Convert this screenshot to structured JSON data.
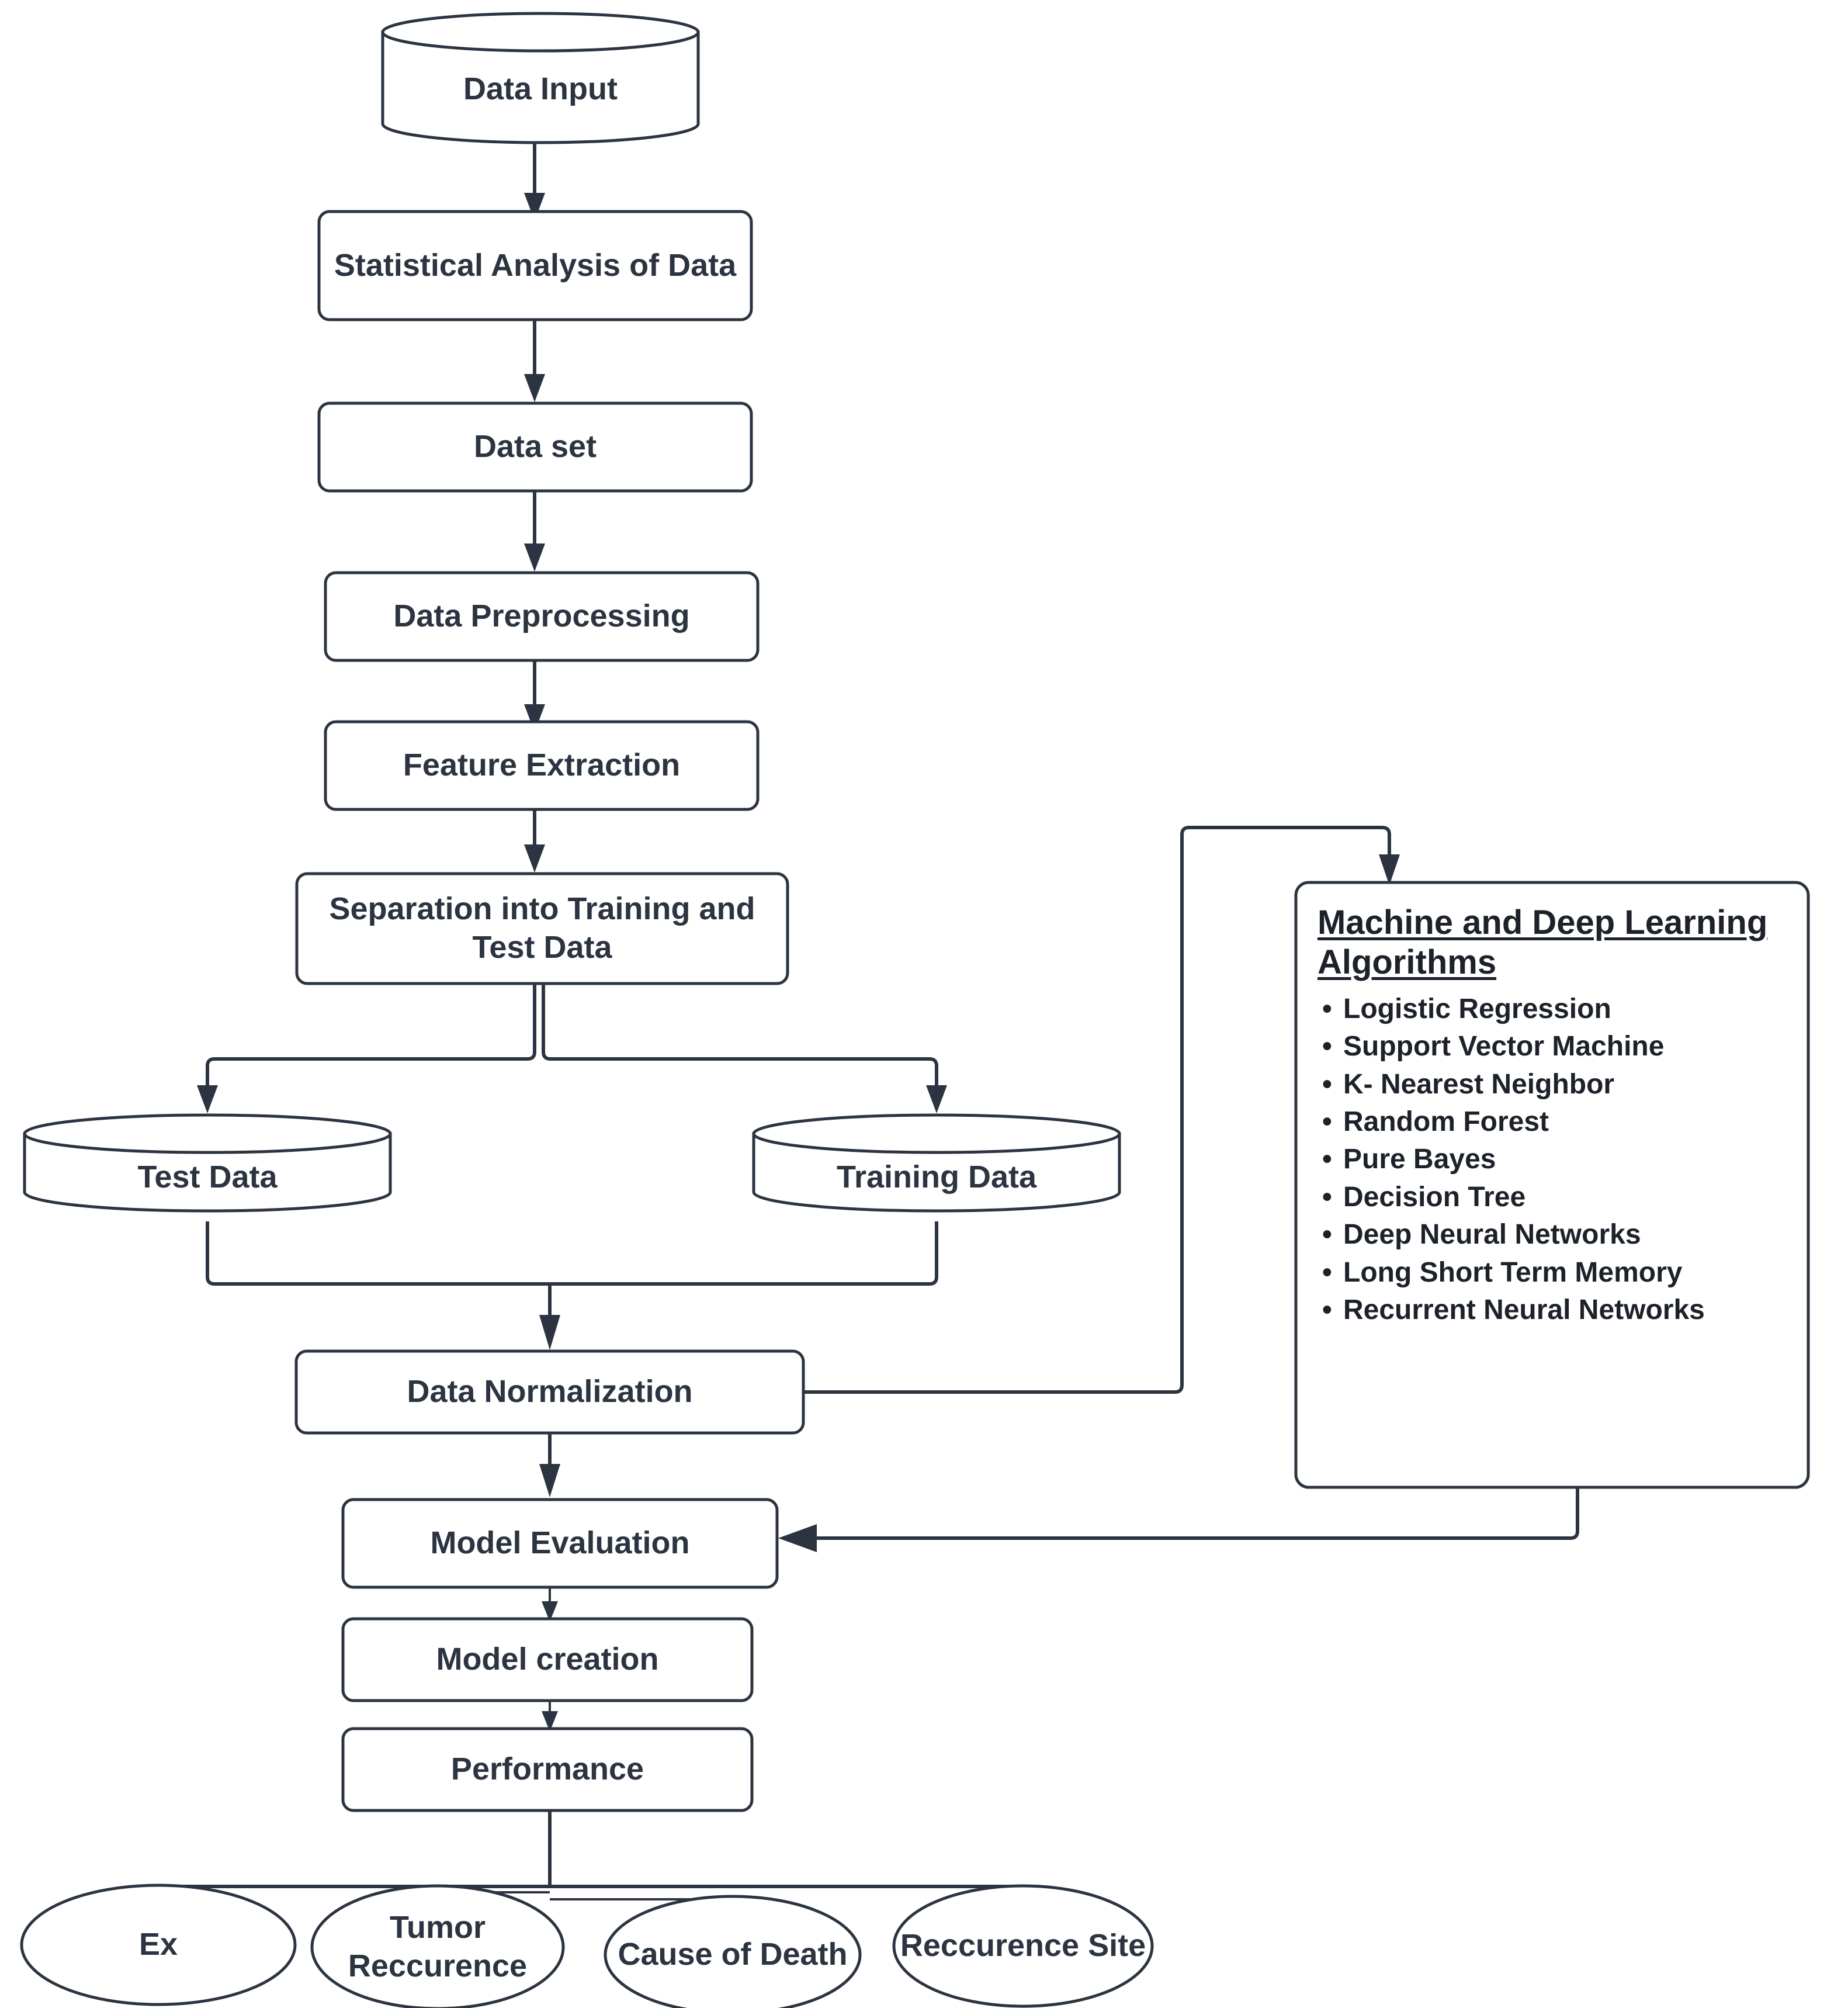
{
  "diagram": {
    "title": "Machine Learning Pipeline Flowchart",
    "stroke_color": "#2b3440",
    "fill_color": "#ffffff"
  },
  "nodes": {
    "data_input": {
      "label": "Data Input",
      "shape": "cylinder"
    },
    "statistical_analysis": {
      "label": "Statistical Analysis of Data",
      "shape": "rounded-rect"
    },
    "data_set": {
      "label": "Data set",
      "shape": "rounded-rect"
    },
    "data_preprocessing": {
      "label": "Data Preprocessing",
      "shape": "rounded-rect"
    },
    "feature_extraction": {
      "label": "Feature Extraction",
      "shape": "rounded-rect"
    },
    "separation": {
      "label": "Separation into Training and Test Data",
      "shape": "rounded-rect"
    },
    "test_data": {
      "label": "Test Data",
      "shape": "cylinder"
    },
    "training_data": {
      "label": "Training Data",
      "shape": "cylinder"
    },
    "data_normalization": {
      "label": "Data Normalization",
      "shape": "rounded-rect"
    },
    "model_evaluation": {
      "label": "Model Evaluation",
      "shape": "rounded-rect"
    },
    "model_creation": {
      "label": "Model creation",
      "shape": "rounded-rect"
    },
    "performance": {
      "label": "Performance",
      "shape": "rounded-rect"
    }
  },
  "algorithms_panel": {
    "title": "Machine and Deep Learning Algorithms",
    "items": [
      "Logistic Regression",
      "Support Vector Machine",
      "K- Nearest Neighbor",
      "Random Forest",
      "Pure Bayes",
      "Decision Tree",
      "Deep Neural Networks",
      "Long Short Term Memory",
      "Recurrent Neural Networks"
    ]
  },
  "outcomes": [
    {
      "label": "Ex"
    },
    {
      "label": "Tumor Reccurence"
    },
    {
      "label": "Cause of Death"
    },
    {
      "label": "Reccurence Site"
    }
  ]
}
